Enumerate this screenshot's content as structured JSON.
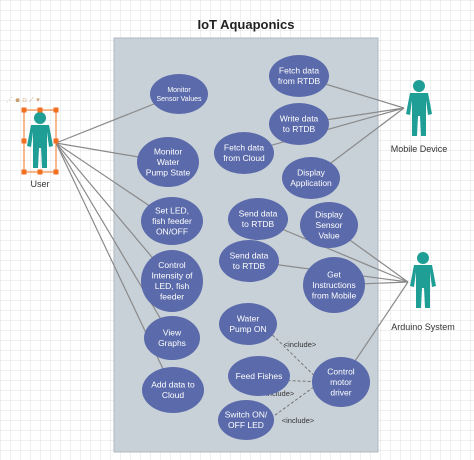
{
  "diagram": {
    "title": "IoT Aquaponics",
    "colors": {
      "system_boundary": "#c8d0d8",
      "use_case_fill": "#5a6aaa",
      "actor_fill": "#1f9e96",
      "line": "#8a8a8a",
      "selection": "#f07020"
    },
    "actors": [
      {
        "id": "user",
        "label": "User",
        "selected": true
      },
      {
        "id": "mobile",
        "label": "Mobile Device"
      },
      {
        "id": "arduino",
        "label": "Arduino System"
      }
    ],
    "use_cases": [
      {
        "id": "monitor_sensor",
        "lines": [
          "Monitor",
          "Sensor Values"
        ]
      },
      {
        "id": "monitor_pump",
        "lines": [
          "Monitor",
          "Water",
          "Pump State"
        ]
      },
      {
        "id": "set_led",
        "lines": [
          "Set LED,",
          "fish feeder",
          "ON/OFF"
        ]
      },
      {
        "id": "control_led",
        "lines": [
          "Control",
          "Intensity of",
          "LED, fish",
          "feeder"
        ]
      },
      {
        "id": "view_graphs",
        "lines": [
          "View",
          "Graphs"
        ]
      },
      {
        "id": "add_cloud",
        "lines": [
          "Add data to",
          "Cloud"
        ]
      },
      {
        "id": "fetch_rtdb",
        "lines": [
          "Fetch data",
          "from RTDB"
        ]
      },
      {
        "id": "write_rtdb",
        "lines": [
          "Write data",
          "to RTDB"
        ]
      },
      {
        "id": "fetch_cloud",
        "lines": [
          "Fetch data",
          "from Cloud"
        ]
      },
      {
        "id": "display_app",
        "lines": [
          "Display",
          "Application"
        ]
      },
      {
        "id": "send_rtdb_1",
        "lines": [
          "Send data",
          "to RTDB"
        ]
      },
      {
        "id": "display_sensor",
        "lines": [
          "Display",
          "Sensor",
          "Value"
        ]
      },
      {
        "id": "send_rtdb_2",
        "lines": [
          "Send data",
          "to RTDB"
        ]
      },
      {
        "id": "get_instructions",
        "lines": [
          "Get",
          "Instructions",
          "from Mobile"
        ]
      },
      {
        "id": "water_pump",
        "lines": [
          "Water",
          "Pump ON"
        ]
      },
      {
        "id": "feed_fishes",
        "lines": [
          "Feed Fishes"
        ]
      },
      {
        "id": "control_motor",
        "lines": [
          "Control",
          "motor",
          "driver"
        ]
      },
      {
        "id": "switch_led",
        "lines": [
          "Switch ON/",
          "OFF LED"
        ]
      }
    ],
    "associations": [
      [
        "user",
        "monitor_sensor"
      ],
      [
        "user",
        "monitor_pump"
      ],
      [
        "user",
        "set_led"
      ],
      [
        "user",
        "control_led"
      ],
      [
        "user",
        "view_graphs"
      ],
      [
        "user",
        "add_cloud"
      ],
      [
        "mobile",
        "fetch_rtdb"
      ],
      [
        "mobile",
        "write_rtdb"
      ],
      [
        "mobile",
        "fetch_cloud"
      ],
      [
        "mobile",
        "display_app"
      ],
      [
        "arduino",
        "send_rtdb_1"
      ],
      [
        "arduino",
        "display_sensor"
      ],
      [
        "arduino",
        "send_rtdb_2"
      ],
      [
        "arduino",
        "get_instructions"
      ],
      [
        "arduino",
        "control_motor"
      ]
    ],
    "includes": [
      {
        "from": "water_pump",
        "to": "control_motor",
        "label": "<include>"
      },
      {
        "from": "feed_fishes",
        "to": "control_motor",
        "label": "<include>"
      },
      {
        "from": "switch_led",
        "to": "control_motor",
        "label": "<include>"
      }
    ]
  }
}
